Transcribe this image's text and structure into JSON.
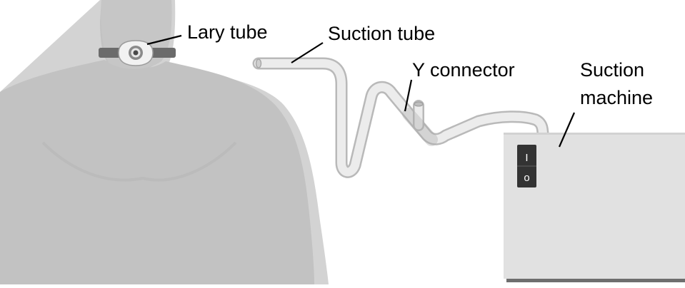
{
  "labels": {
    "lary_tube": "Lary tube",
    "suction_tube": "Suction tube",
    "y_connector": "Y connector",
    "suction_machine_line1": "Suction",
    "suction_machine_line2": "machine"
  },
  "switch": {
    "on_symbol": "I",
    "off_symbol": "o"
  },
  "colors": {
    "background": "#ffffff",
    "body_main": "#c2c2c2",
    "body_shadow": "#d3d3d3",
    "collar_strap": "#6b6b6b",
    "tube_fill": "#ececec",
    "tube_outline": "#b9b9b9",
    "machine_face": "#e1e1e1",
    "machine_edge": "#6e6e6e",
    "switch_panel": "#333333"
  }
}
